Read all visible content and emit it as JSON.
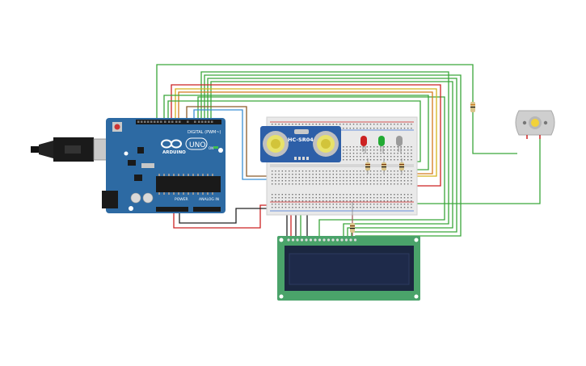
{
  "arduino": {
    "brand": "ARDUINO",
    "model": "UNO",
    "digital_label": "DIGITAL (PWM~)",
    "power_label": "POWER",
    "analog_label": "ANALOG IN",
    "on_label": "ON"
  },
  "sensor": {
    "model": "HC-SR04"
  },
  "colors": {
    "board": "#2d6aa3",
    "board_dark": "#1f4f7c",
    "wire_green": "#3aa63a",
    "wire_red": "#cc2222",
    "wire_yellow": "#d4b21c",
    "wire_orange": "#d47a1c",
    "wire_blue": "#3a8fd4",
    "wire_brown": "#8a5a2a",
    "wire_black": "#222222",
    "lcd_board": "#4aa36a",
    "lcd_screen": "#1e2a4a",
    "breadboard": "#e9e9e9",
    "led_red": "#cc2222",
    "led_green": "#22aa33",
    "led_gray": "#9a9a9a",
    "motor": "#cfcfcf"
  },
  "icons": [
    "usb-connector",
    "barrel-jack",
    "infinity-logo",
    "dc-motor",
    "led",
    "resistor",
    "potentiometer"
  ]
}
